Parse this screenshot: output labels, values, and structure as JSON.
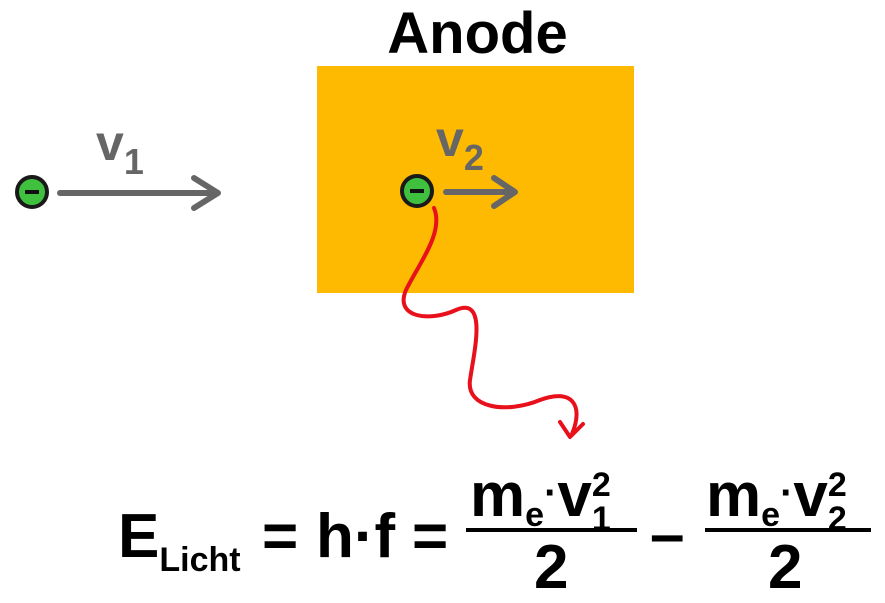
{
  "title": "Anode",
  "labels": {
    "v1_base": "v",
    "v1_sub": "1",
    "v2_base": "v",
    "v2_sub": "2",
    "electron_symbol": "−"
  },
  "formula": {
    "e": "E",
    "e_sub": "Licht",
    "eq1": "=",
    "hf": "h·f",
    "eq2": "=",
    "frac1_num_m": "m",
    "frac1_num_e": "e",
    "frac1_num_dot": "·",
    "frac1_num_v": "v",
    "frac1_num_sub": "1",
    "frac1_num_sup": "2",
    "frac1_den": "2",
    "minus": "–",
    "frac2_num_m": "m",
    "frac2_num_e": "e",
    "frac2_num_dot": "·",
    "frac2_num_v": "v",
    "frac2_num_sub": "2",
    "frac2_num_sup": "2",
    "frac2_den": "2"
  },
  "colors": {
    "anode": "#fdba00",
    "arrow": "#666666",
    "electron_fill": "#3fc13f",
    "photon": "#e8101a"
  }
}
